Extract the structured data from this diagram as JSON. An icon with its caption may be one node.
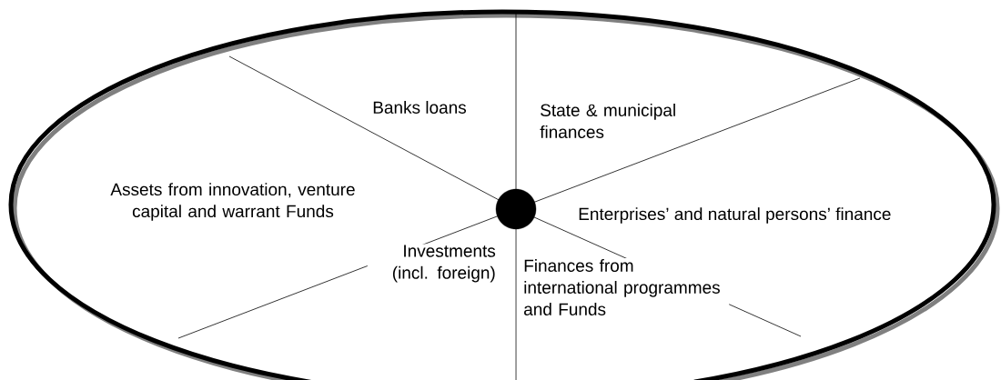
{
  "diagram": {
    "nodes": [
      {
        "text": [
          "Banks loans",
          "State & municipal finances",
          "Assets from innovation, venture capital and warrant Funds",
          "Enterprises’ and natural persons’ finance",
          "Investments (incl. foreign)",
          "Finances from international programmes and Funds"
        ]
      },
      {
        "text": [],
        "shape": "circle",
        "in": 0
      }
    ]
  }
}
